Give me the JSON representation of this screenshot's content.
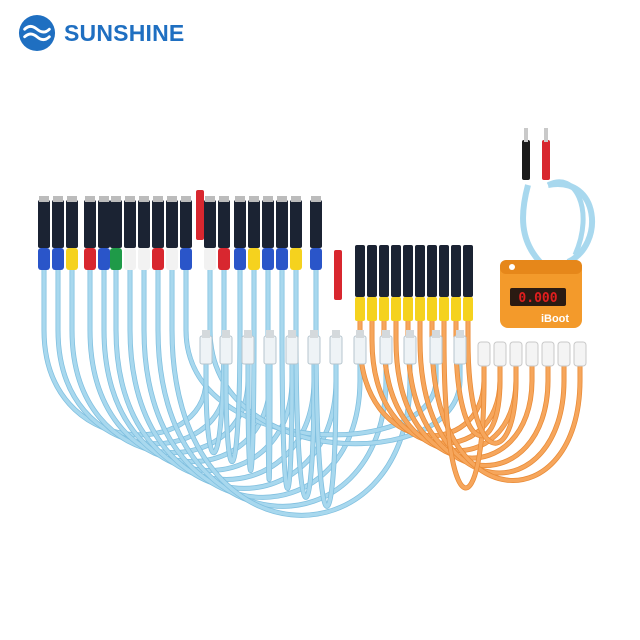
{
  "brand": {
    "name": "SUNSHINE",
    "color": "#1f6fc1"
  },
  "device": {
    "display_value": "0.000",
    "brand_text": "iBoot",
    "body_color": "#f39a2b",
    "display_color": "#e11e1e"
  },
  "colors": {
    "blue_cable": "#a8d8ee",
    "blue_cable_edge": "#7fbfdf",
    "orange_cable": "#f6a65c",
    "orange_cable_edge": "#e98a35",
    "connector_blue": "#2a55c9",
    "connector_yellow": "#f5d21e",
    "connector_red": "#d8272f",
    "connector_green": "#1f9a48",
    "connector_white": "#f2f2f2",
    "flex_board": "#1b2333"
  }
}
